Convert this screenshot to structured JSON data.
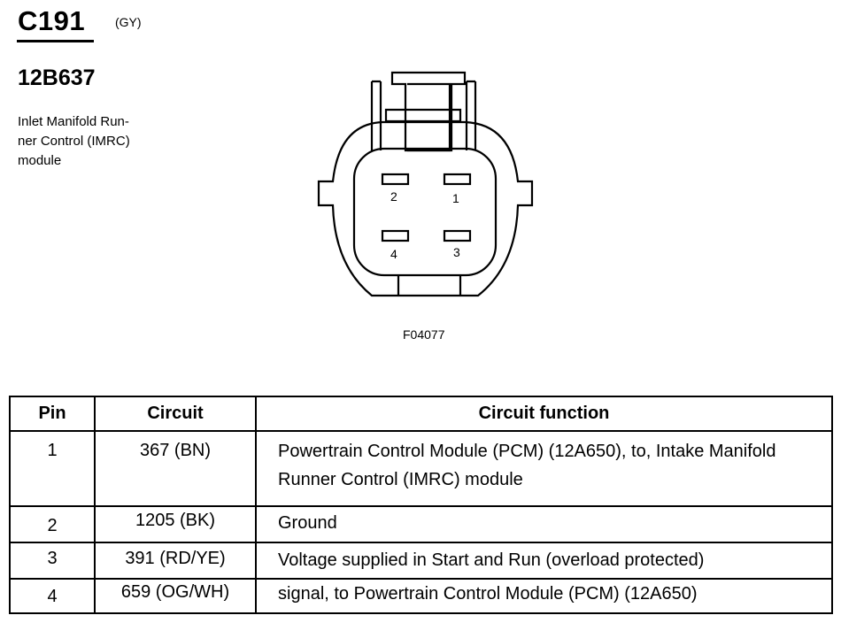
{
  "connector": {
    "id": "C191",
    "color_code": "(GY)",
    "part_number": "12B637",
    "description": "Inlet Manifold Run-ner Control (IMRC) module",
    "description_lines": [
      "Inlet Manifold Run-",
      "ner Control (IMRC)",
      "module"
    ],
    "figure_id": "F04077",
    "pin_labels": [
      "1",
      "2",
      "3",
      "4"
    ]
  },
  "table": {
    "headers": [
      "Pin",
      "Circuit",
      "Circuit function"
    ],
    "rows": [
      {
        "pin": "1",
        "circuit": "367 (BN)",
        "function": "Powertrain Control Module (PCM) (12A650), to, Intake Manifold Runner Control (IMRC) module"
      },
      {
        "pin": "2",
        "circuit": "1205 (BK)",
        "function": "Ground"
      },
      {
        "pin": "3",
        "circuit": "391 (RD/YE)",
        "function": "Voltage supplied in Start and Run (overload protected)"
      },
      {
        "pin": "4",
        "circuit": "659 (OG/WH)",
        "function": "signal, to Powertrain Control Module (PCM) (12A650)"
      }
    ]
  }
}
